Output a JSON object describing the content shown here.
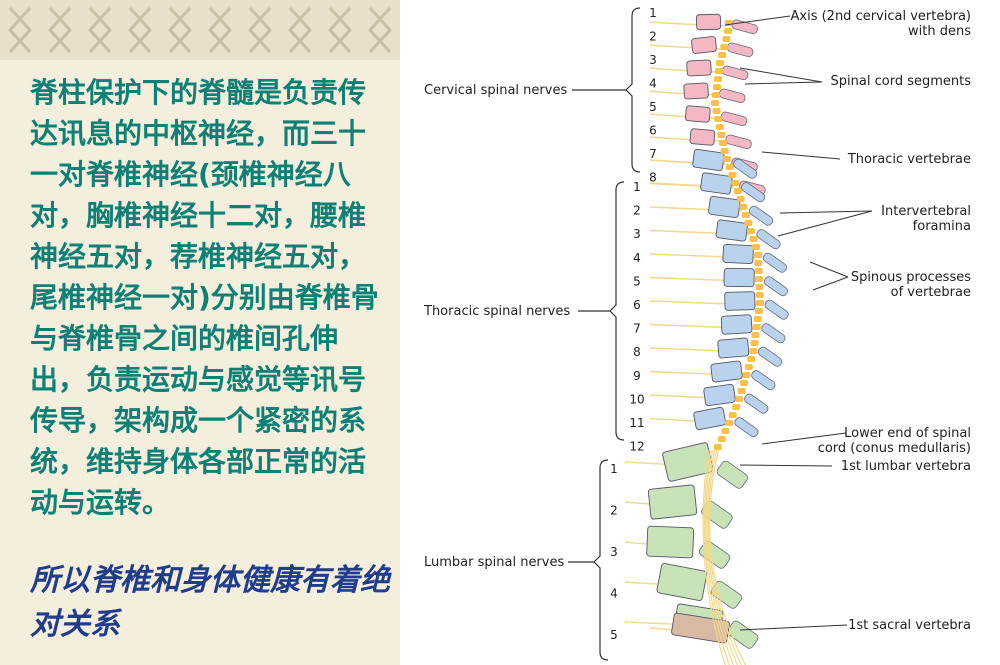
{
  "left": {
    "body_text": "脊柱保护下的脊髓是负责传达讯息的中枢神经，而三十一对脊椎神经(颈椎神经八对，胸椎神经十二对，腰椎神经五对，荐椎神经五对，尾椎神经一对)分别由脊椎骨与脊椎骨之间的椎间孔伸出，负责运动与感觉等讯号传导，架构成一个紧密的系统，维持身体各部正常的活动与运转。",
    "conclusion": "所以脊椎和身体健康有着绝对关系"
  },
  "diagram": {
    "region_labels": {
      "cervical": "Cervical spinal nerves",
      "thoracic": "Thoracic spinal nerves",
      "lumbar": "Lumbar spinal nerves"
    },
    "cervical_numbers": [
      "1",
      "2",
      "3",
      "4",
      "5",
      "6",
      "7",
      "8"
    ],
    "thoracic_numbers": [
      "1",
      "2",
      "3",
      "4",
      "5",
      "6",
      "7",
      "8",
      "9",
      "10",
      "11",
      "12"
    ],
    "lumbar_numbers": [
      "1",
      "2",
      "3",
      "4",
      "5"
    ],
    "annotations": {
      "axis_l1": "Axis (2nd cervical vertebra)",
      "axis_l2": "with dens",
      "cord_segments": "Spinal cord segments",
      "thoracic_vertebrae": "Thoracic vertebrae",
      "foramina_l1": "Intervertebral",
      "foramina_l2": "foramina",
      "spinous_l1": "Spinous processes",
      "spinous_l2": "of vertebrae",
      "lower_end_l1": "Lower end of spinal",
      "lower_end_l2": "cord (conus medullaris)",
      "first_lumbar": "1st lumbar vertebra",
      "first_sacral": "1st sacral vertebra"
    },
    "colors": {
      "cervical": "#f3b8c4",
      "thoracic": "#b9d3ee",
      "lumbar": "#c9e3b8",
      "sacral": "#d8b9a3",
      "cord": "#f6c342",
      "nerve": "#f2d98a",
      "text_green": "#0f8076",
      "text_blue": "#1f3d8c"
    }
  }
}
